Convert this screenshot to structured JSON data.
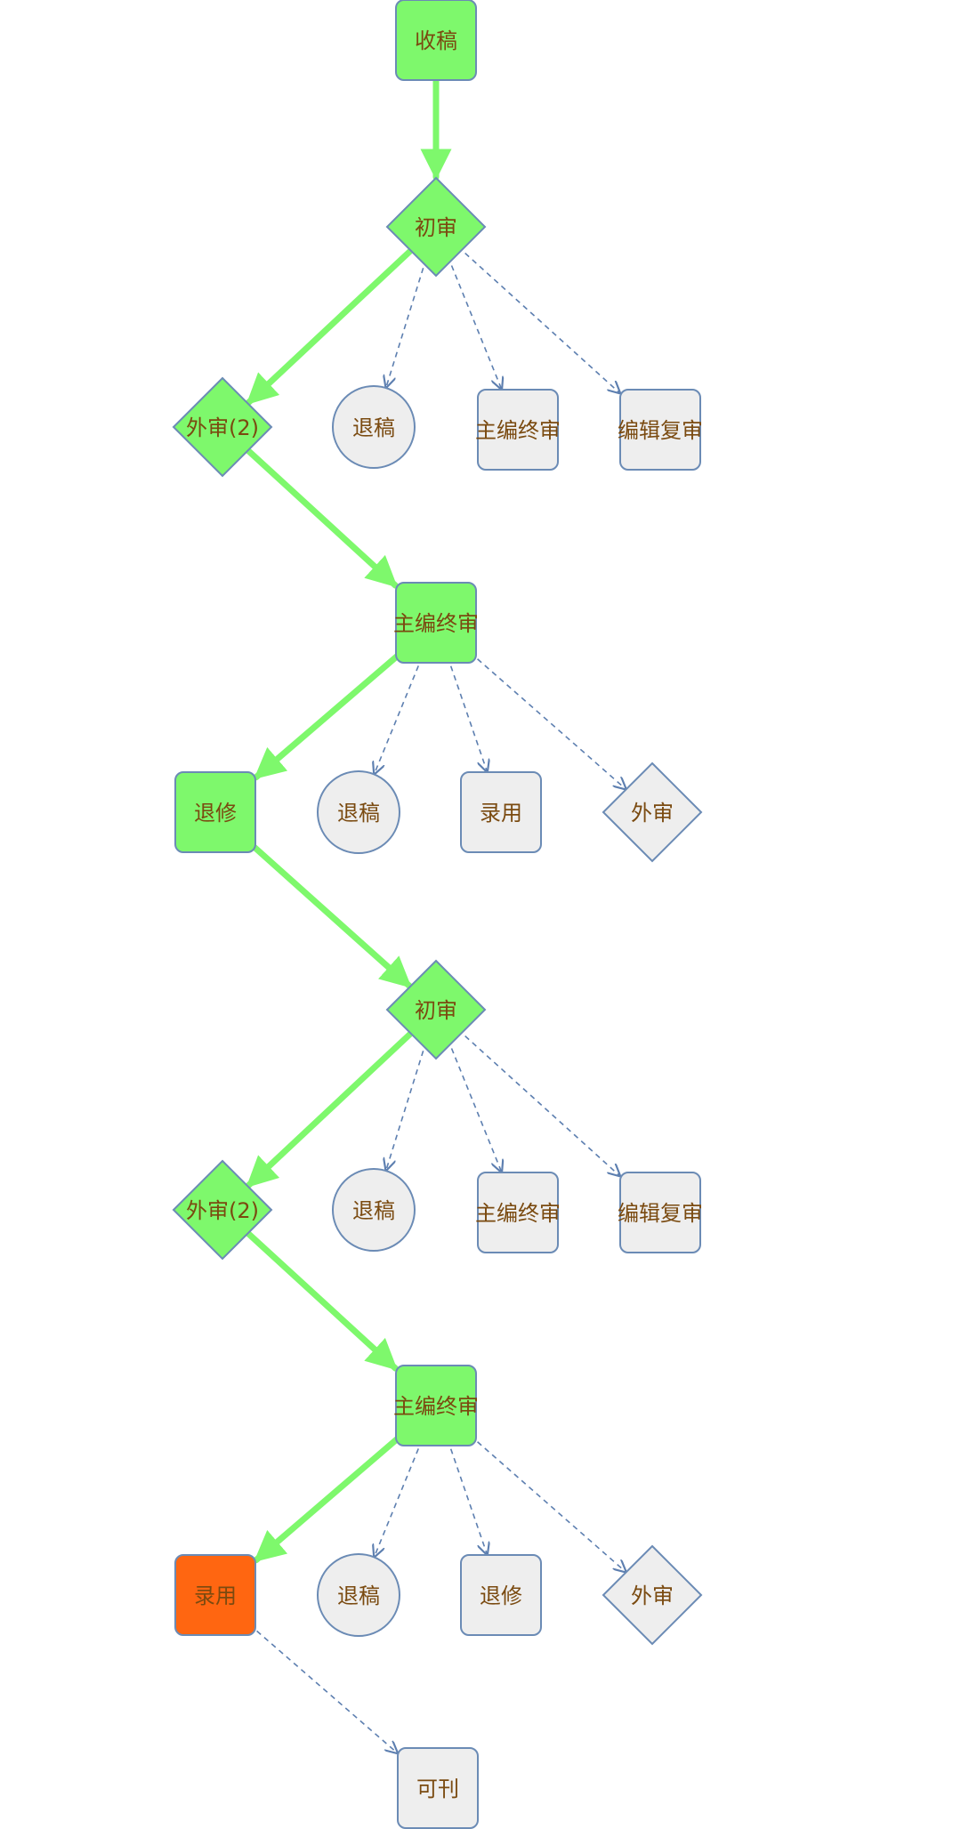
{
  "colors": {
    "active_fill": "#7ef86c",
    "final_fill": "#ff6611",
    "option_fill": "#eeeeee",
    "node_border": "#6b8bb5",
    "active_edge": "#7ef86c",
    "option_edge": "#5d7fb0",
    "label": "#7a4a10"
  },
  "nodes": [
    {
      "id": "n1",
      "label": "收稿",
      "shape": "rounded-square",
      "state": "active"
    },
    {
      "id": "n2",
      "label": "初审",
      "shape": "diamond",
      "state": "active"
    },
    {
      "id": "n3",
      "label": "外审(2)",
      "shape": "diamond",
      "state": "active"
    },
    {
      "id": "n4",
      "label": "退稿",
      "shape": "circle",
      "state": "option"
    },
    {
      "id": "n5",
      "label": "主编终审",
      "shape": "rounded-square",
      "state": "option"
    },
    {
      "id": "n6",
      "label": "编辑复审",
      "shape": "rounded-square",
      "state": "option"
    },
    {
      "id": "n7",
      "label": "主编终审",
      "shape": "rounded-square",
      "state": "active"
    },
    {
      "id": "n8",
      "label": "退修",
      "shape": "rounded-square",
      "state": "active"
    },
    {
      "id": "n9",
      "label": "退稿",
      "shape": "circle",
      "state": "option"
    },
    {
      "id": "n10",
      "label": "录用",
      "shape": "rounded-square",
      "state": "option"
    },
    {
      "id": "n11",
      "label": "外审",
      "shape": "diamond",
      "state": "option"
    },
    {
      "id": "n12",
      "label": "初审",
      "shape": "diamond",
      "state": "active"
    },
    {
      "id": "n13",
      "label": "外审(2)",
      "shape": "diamond",
      "state": "active"
    },
    {
      "id": "n14",
      "label": "退稿",
      "shape": "circle",
      "state": "option"
    },
    {
      "id": "n15",
      "label": "主编终审",
      "shape": "rounded-square",
      "state": "option"
    },
    {
      "id": "n16",
      "label": "编辑复审",
      "shape": "rounded-square",
      "state": "option"
    },
    {
      "id": "n17",
      "label": "主编终审",
      "shape": "rounded-square",
      "state": "active"
    },
    {
      "id": "n18",
      "label": "录用",
      "shape": "rounded-square",
      "state": "final"
    },
    {
      "id": "n19",
      "label": "退稿",
      "shape": "circle",
      "state": "option"
    },
    {
      "id": "n20",
      "label": "退修",
      "shape": "rounded-square",
      "state": "option"
    },
    {
      "id": "n21",
      "label": "外审",
      "shape": "diamond",
      "state": "option"
    },
    {
      "id": "n22",
      "label": "可刊",
      "shape": "rounded-square",
      "state": "option"
    }
  ],
  "edges": [
    {
      "from": "n1",
      "to": "n2",
      "style": "active"
    },
    {
      "from": "n2",
      "to": "n3",
      "style": "active"
    },
    {
      "from": "n2",
      "to": "n4",
      "style": "option"
    },
    {
      "from": "n2",
      "to": "n5",
      "style": "option"
    },
    {
      "from": "n2",
      "to": "n6",
      "style": "option"
    },
    {
      "from": "n3",
      "to": "n7",
      "style": "active"
    },
    {
      "from": "n7",
      "to": "n8",
      "style": "active"
    },
    {
      "from": "n7",
      "to": "n9",
      "style": "option"
    },
    {
      "from": "n7",
      "to": "n10",
      "style": "option"
    },
    {
      "from": "n7",
      "to": "n11",
      "style": "option"
    },
    {
      "from": "n8",
      "to": "n12",
      "style": "active"
    },
    {
      "from": "n12",
      "to": "n13",
      "style": "active"
    },
    {
      "from": "n12",
      "to": "n14",
      "style": "option"
    },
    {
      "from": "n12",
      "to": "n15",
      "style": "option"
    },
    {
      "from": "n12",
      "to": "n16",
      "style": "option"
    },
    {
      "from": "n13",
      "to": "n17",
      "style": "active"
    },
    {
      "from": "n17",
      "to": "n18",
      "style": "active"
    },
    {
      "from": "n17",
      "to": "n19",
      "style": "option"
    },
    {
      "from": "n17",
      "to": "n20",
      "style": "option"
    },
    {
      "from": "n17",
      "to": "n21",
      "style": "option"
    },
    {
      "from": "n18",
      "to": "n22",
      "style": "option"
    }
  ]
}
